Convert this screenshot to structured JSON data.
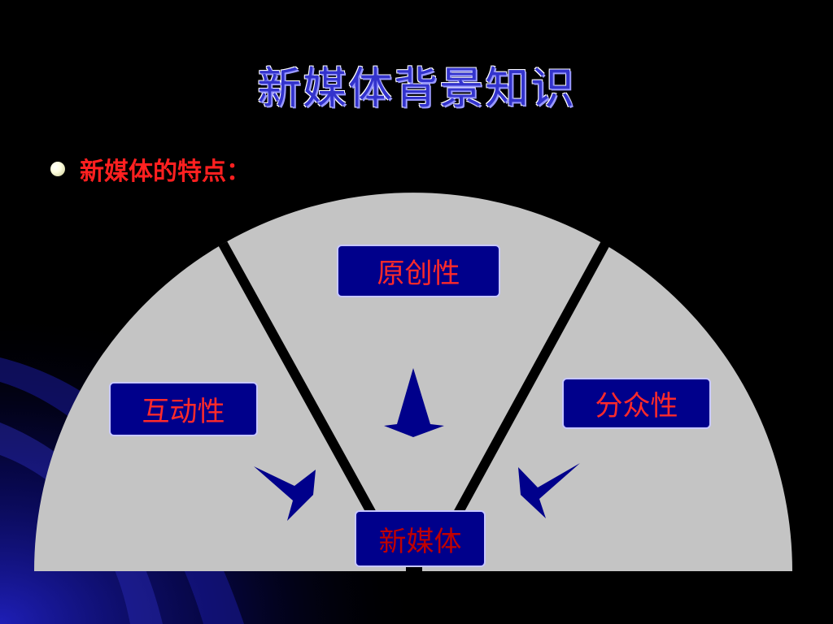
{
  "slide": {
    "title": "新媒体背景知识",
    "bullet": "新媒体的特点："
  },
  "diagram": {
    "center": "新媒体",
    "nodes": {
      "top": "原创性",
      "left": "互动性",
      "right": "分众性"
    }
  },
  "colors": {
    "background": "#000000",
    "title": "#3333cc",
    "bullet_text": "#ff2020",
    "semicircle": "#c4c4c4",
    "node_fill": "#00008b",
    "node_text": "#ff2a2a",
    "arrow": "#00008b"
  }
}
